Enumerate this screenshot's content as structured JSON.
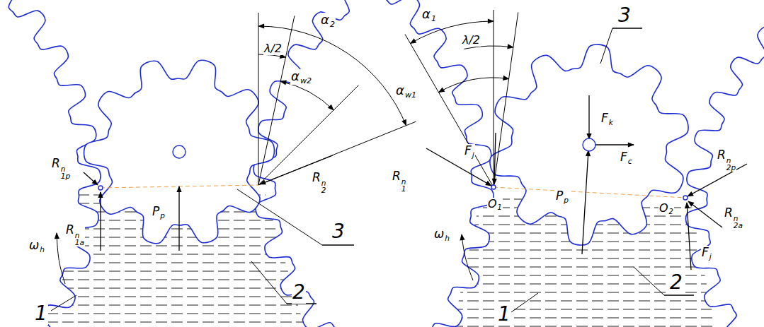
{
  "diagram": {
    "labels": [
      "α2",
      "λ/2",
      "αw2",
      "R1pn",
      "R1an",
      "R2n",
      "Pp",
      "ωh",
      "3",
      "1",
      "2",
      "α1",
      "λ/2",
      "αw1",
      "Fj",
      "R1n",
      "Fk",
      "Fc",
      "O1",
      "Pp",
      "O2",
      "R2pn",
      "R2an",
      "Fj",
      "ωh",
      "3",
      "1",
      "2"
    ]
  }
}
